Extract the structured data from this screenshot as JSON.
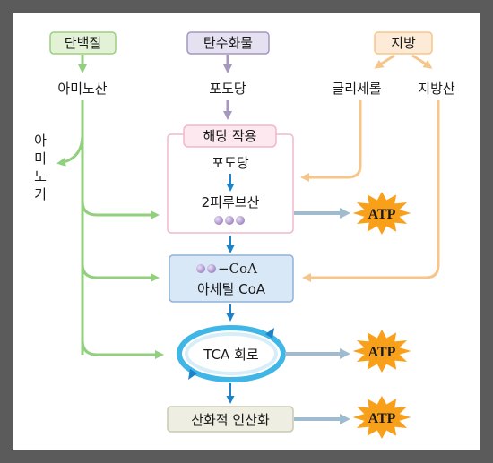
{
  "sources": {
    "protein": "단백질",
    "carbohydrate": "탄수화물",
    "fat": "지방"
  },
  "products": {
    "amino_acid": "아미노산",
    "glucose_top": "포도당",
    "glycerol": "글리세롤",
    "fatty_acid": "지방산"
  },
  "side_label": [
    "아",
    "미",
    "노",
    "기"
  ],
  "glycolysis": {
    "title": "해당 작용",
    "glucose": "포도당",
    "pyruvate": "2피루브산"
  },
  "acetyl": {
    "line1": "−CoA",
    "line2": "아세틸 CoA"
  },
  "tca": "TCA 회로",
  "oxphos": "산화적 인산화",
  "atp": [
    "ATP",
    "ATP",
    "ATP"
  ],
  "colors": {
    "green": "#92cf7e",
    "purple": "#a796bd",
    "orange": "#f6c58a",
    "blue": "#1e82c8",
    "grey_arrow": "#9fbccf",
    "starburst": "#f9a01b",
    "bead": "#b79cd6"
  }
}
